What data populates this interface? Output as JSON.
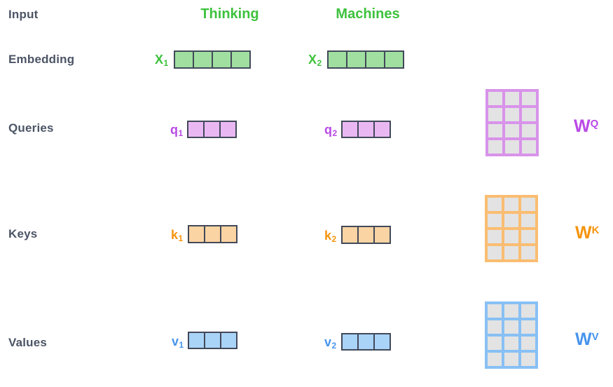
{
  "row_labels": {
    "input": "Input",
    "embedding": "Embedding",
    "queries": "Queries",
    "keys": "Keys",
    "values": "Values"
  },
  "tokens": {
    "token1": "Thinking",
    "token2": "Machines"
  },
  "vector_labels": {
    "x1": {
      "base": "X",
      "sub": "1"
    },
    "x2": {
      "base": "X",
      "sub": "2"
    },
    "q1": {
      "base": "q",
      "sub": "1"
    },
    "q2": {
      "base": "q",
      "sub": "2"
    },
    "k1": {
      "base": "k",
      "sub": "1"
    },
    "k2": {
      "base": "k",
      "sub": "2"
    },
    "v1": {
      "base": "v",
      "sub": "1"
    },
    "v2": {
      "base": "v",
      "sub": "2"
    }
  },
  "vectors": {
    "embedding_cell_count": 4,
    "query_cell_count": 3,
    "key_cell_count": 3,
    "value_cell_count": 3
  },
  "matrices": {
    "wq": {
      "base": "W",
      "sup": "Q",
      "rows": 4,
      "cols": 3
    },
    "wk": {
      "base": "W",
      "sup": "K",
      "rows": 4,
      "cols": 3
    },
    "wv": {
      "base": "W",
      "sup": "V",
      "rows": 4,
      "cols": 3
    }
  },
  "colors": {
    "green_text": "#3dc23d",
    "green_fill": "#a0dfa0",
    "purple_text": "#ba49e6",
    "purple_fill": "#e9b8f3",
    "purple_matrix_border": "#d893ea",
    "orange_text": "#f5940d",
    "orange_fill": "#fbd4a3",
    "orange_matrix_border": "#fabd72",
    "blue_text": "#4795ec",
    "blue_fill": "#aad3f8",
    "blue_matrix_border": "#88c0f4",
    "row_label_text": "#4c5566",
    "vector_cell_border": "#424959",
    "matrix_cell_fill": "#e3e3e3",
    "background": "#ffffff"
  }
}
